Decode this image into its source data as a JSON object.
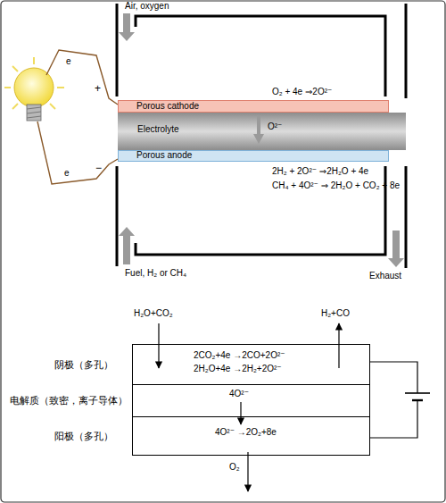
{
  "diagram": {
    "nodes": [
      {
        "text": [
          "Porous cathode"
        ]
      },
      {
        "text": [
          "Electrolyte"
        ]
      },
      {
        "text": [
          "Porous anode"
        ]
      },
      {
        "text": [
          "阴极（多孔）",
          "2CO₂+4e →2CO+2O²⁻",
          "2H₂O+4e →2H₂+2O²⁻"
        ]
      },
      {
        "text": [
          "电解质（致密，离子导体）",
          "4O²⁻"
        ]
      },
      {
        "text": [
          "阳极（多孔）",
          "4O²⁻ →2O₂+8e"
        ]
      }
    ],
    "labels": [
      "Air, oxygen",
      "e",
      "+",
      "O₂ + 4e ⇒2O²⁻",
      "O²⁻",
      "e",
      "−",
      "2H₂ + 2O²⁻ ⇒2H₂O + 4e",
      "CH₄ + 4O²⁻ ⇒ 2H₂O + CO₂ + 8e",
      "Fuel, H₂ or CH₄",
      "Exhaust",
      "H₂O+CO₂",
      "H₂+CO",
      "O₂"
    ]
  }
}
